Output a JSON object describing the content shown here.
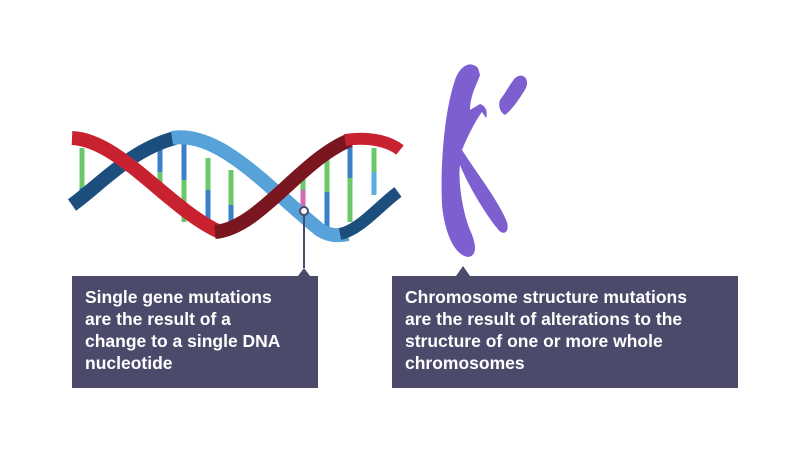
{
  "diagram": {
    "dna": {
      "label": "DNA double helix",
      "colors": {
        "strand_red": "#c8212f",
        "strand_dark_red": "#7a1620",
        "strand_dark_blue": "#1d4f7e",
        "strand_light_blue": "#57a3d9",
        "rung_green": "#6cc66a",
        "rung_blue": "#3a80c8",
        "rung_light_blue": "#5aaee0",
        "mutation_pink": "#d26bb4"
      }
    },
    "chromosome": {
      "label": "Chromosome with structural break",
      "color": "#7d5fd0"
    },
    "callouts": [
      {
        "lines": [
          "Single gene mutations",
          "are the result of a",
          "change to a single DNA",
          "nucleotide"
        ]
      },
      {
        "lines": [
          "Chromosome structure mutations",
          "are the result of alterations to the",
          "structure of one or more whole",
          "chromosomes"
        ]
      }
    ],
    "callout_color": "#4b4a6b"
  }
}
